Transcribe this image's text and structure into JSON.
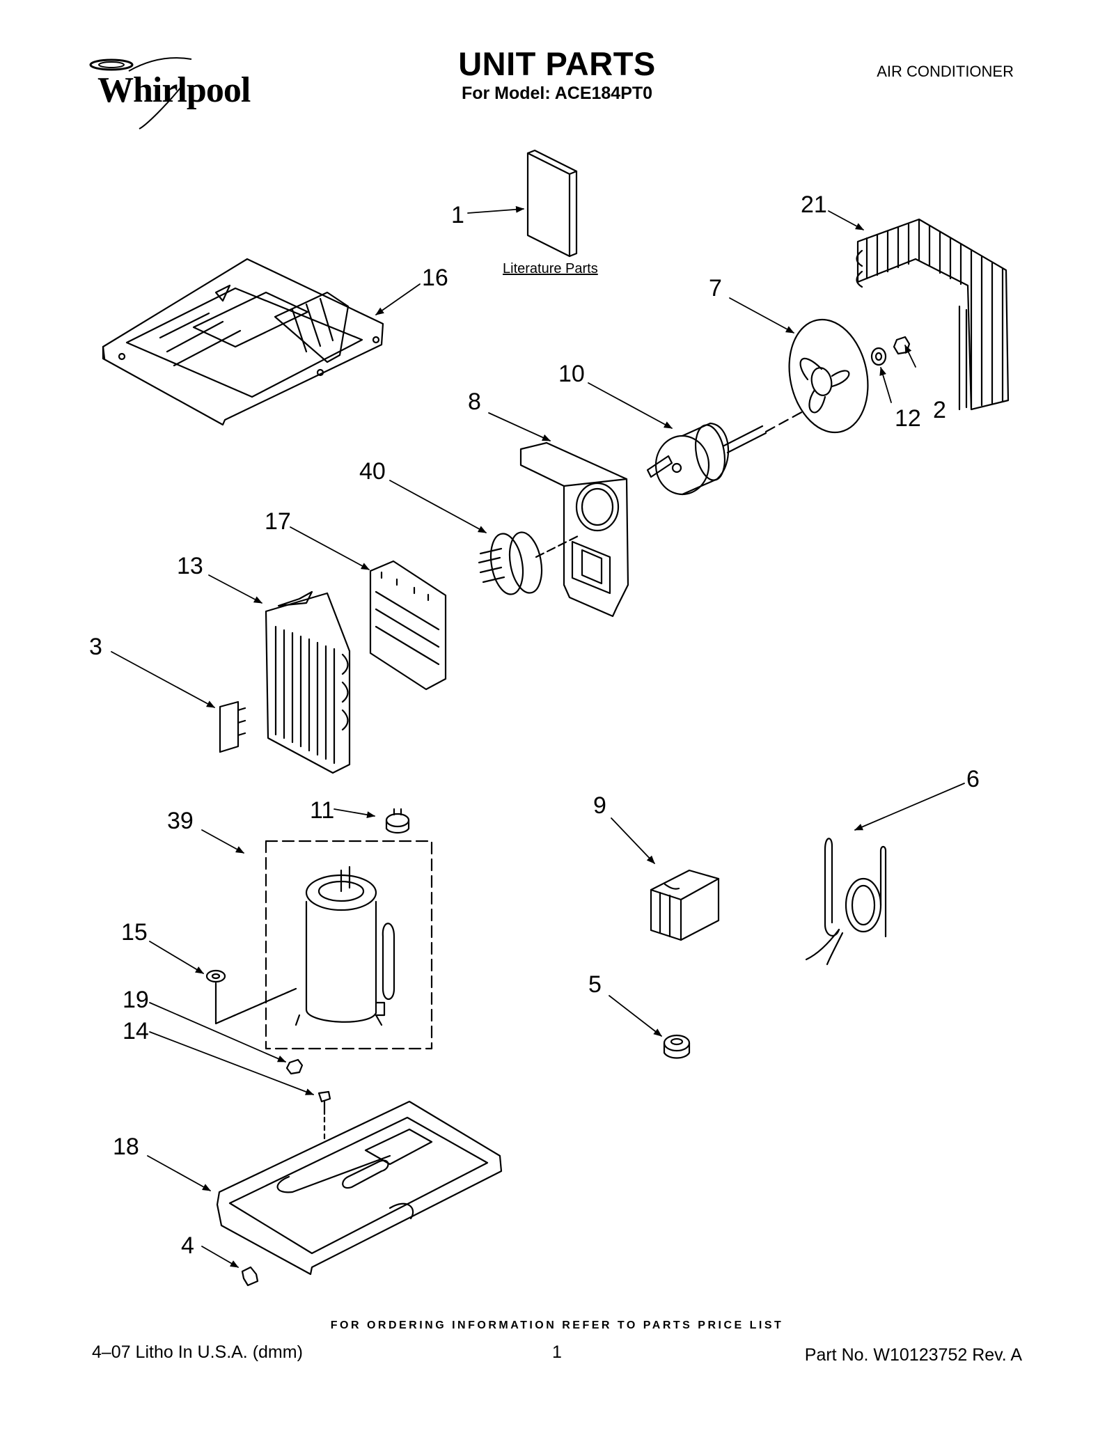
{
  "header": {
    "brand": "Whirlpool",
    "title": "UNIT PARTS",
    "model_line": "For Model: ACE184PT0",
    "category": "AIR CONDITIONER"
  },
  "diagram": {
    "literature_label": "Literature Parts",
    "callouts": [
      {
        "id": "c1",
        "label": "1"
      },
      {
        "id": "c2",
        "label": "2"
      },
      {
        "id": "c3",
        "label": "3"
      },
      {
        "id": "c4",
        "label": "4"
      },
      {
        "id": "c5",
        "label": "5"
      },
      {
        "id": "c6",
        "label": "6"
      },
      {
        "id": "c7",
        "label": "7"
      },
      {
        "id": "c8",
        "label": "8"
      },
      {
        "id": "c9",
        "label": "9"
      },
      {
        "id": "c10",
        "label": "10"
      },
      {
        "id": "c11",
        "label": "11"
      },
      {
        "id": "c12",
        "label": "12"
      },
      {
        "id": "c13",
        "label": "13"
      },
      {
        "id": "c14",
        "label": "14"
      },
      {
        "id": "c15",
        "label": "15"
      },
      {
        "id": "c16",
        "label": "16"
      },
      {
        "id": "c17",
        "label": "17"
      },
      {
        "id": "c18",
        "label": "18"
      },
      {
        "id": "c19",
        "label": "19"
      },
      {
        "id": "c21",
        "label": "21"
      },
      {
        "id": "c39",
        "label": "39"
      },
      {
        "id": "c40",
        "label": "40"
      }
    ]
  },
  "footer": {
    "ordering_note": "FOR ORDERING INFORMATION REFER TO PARTS PRICE LIST",
    "litho": "4–07 Litho In U.S.A. (dmm)",
    "page_number": "1",
    "part_number": "Part No. W10123752 Rev. A"
  }
}
